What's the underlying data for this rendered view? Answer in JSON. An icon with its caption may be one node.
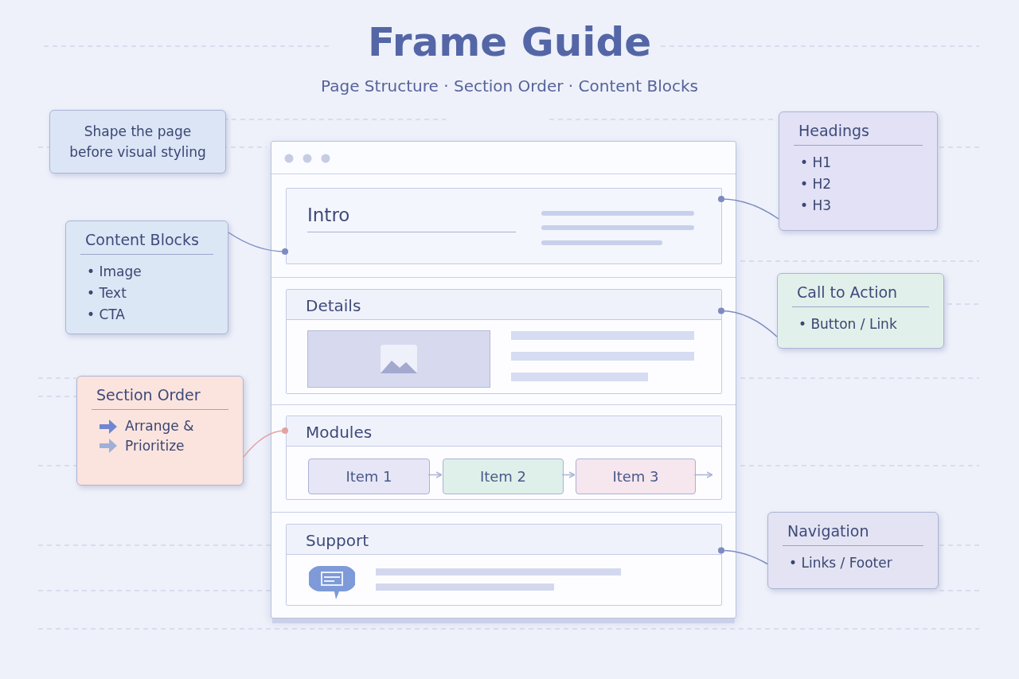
{
  "diagram": {
    "title": "Frame Guide",
    "nodes": [
      {
        "text": [
          "Shape the page before visual styling"
        ]
      },
      {
        "text": [
          "Content Blocks",
          "• Image",
          "• Text",
          "• CTA"
        ]
      },
      {
        "text": [
          "Section Order",
          "Arrange & Prioritize"
        ]
      },
      {
        "text": [
          "Headings",
          "• H1",
          "• H2",
          "• H3"
        ]
      },
      {
        "text": [
          "Call to Action",
          "• Button / Link"
        ]
      },
      {
        "text": [
          "Navigation",
          "• Links / Footer"
        ]
      },
      {
        "text": [],
        "shape": "box"
      },
      {
        "text": [
          "Intro"
        ],
        "in": 6
      },
      {
        "text": [
          "Details"
        ],
        "in": 6
      },
      {
        "text": [
          "Modules"
        ],
        "in": 6
      },
      {
        "text": [
          "Item 1"
        ],
        "in": 9
      },
      {
        "text": [
          "Item 2"
        ],
        "in": 9
      },
      {
        "text": [
          "Item 3"
        ],
        "in": 9
      },
      {
        "text": [
          "Support"
        ],
        "in": 6
      }
    ],
    "edges": [
      {
        "from": 1,
        "to": 7,
        "arrow": "other"
      },
      {
        "from": 2,
        "to": 9,
        "arrow": "other",
        "color": "#e3a3a3"
      },
      {
        "from": 3,
        "to": 7,
        "arrow": "other"
      },
      {
        "from": 4,
        "to": 8,
        "arrow": "other"
      },
      {
        "from": 5,
        "to": 13,
        "arrow": "other"
      },
      {
        "from": 10,
        "to": 11,
        "arrow": "to"
      },
      {
        "from": 11,
        "to": 12,
        "arrow": "to"
      },
      {
        "from": 12,
        "to": null,
        "arrow": "to"
      }
    ],
    "labels": [
      "Page Structure · Section Order · Content Blocks"
    ]
  }
}
